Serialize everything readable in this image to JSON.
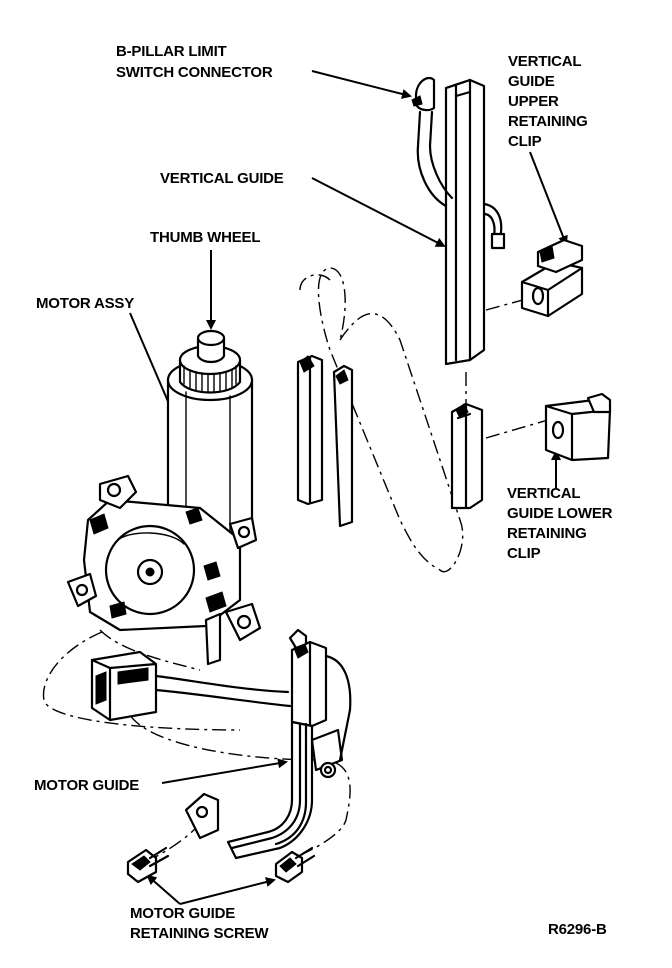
{
  "labels": {
    "bpillar_line1": "B-PILLAR LIMIT",
    "bpillar_line2": "SWITCH CONNECTOR",
    "vertical_guide": "VERTICAL GUIDE",
    "thumb_wheel": "THUMB WHEEL",
    "motor_assy": "MOTOR ASSY",
    "upper_clip_line1": "VERTICAL",
    "upper_clip_line2": "GUIDE",
    "upper_clip_line3": "UPPER",
    "upper_clip_line4": "RETAINING",
    "upper_clip_line5": "CLIP",
    "lower_clip_line1": "VERTICAL",
    "lower_clip_line2": "GUIDE LOWER",
    "lower_clip_line3": "RETAINING",
    "lower_clip_line4": "CLIP",
    "motor_guide": "MOTOR GUIDE",
    "screw_line1": "MOTOR GUIDE",
    "screw_line2": "RETAINING SCREW",
    "figure_code": "R6296-B"
  }
}
